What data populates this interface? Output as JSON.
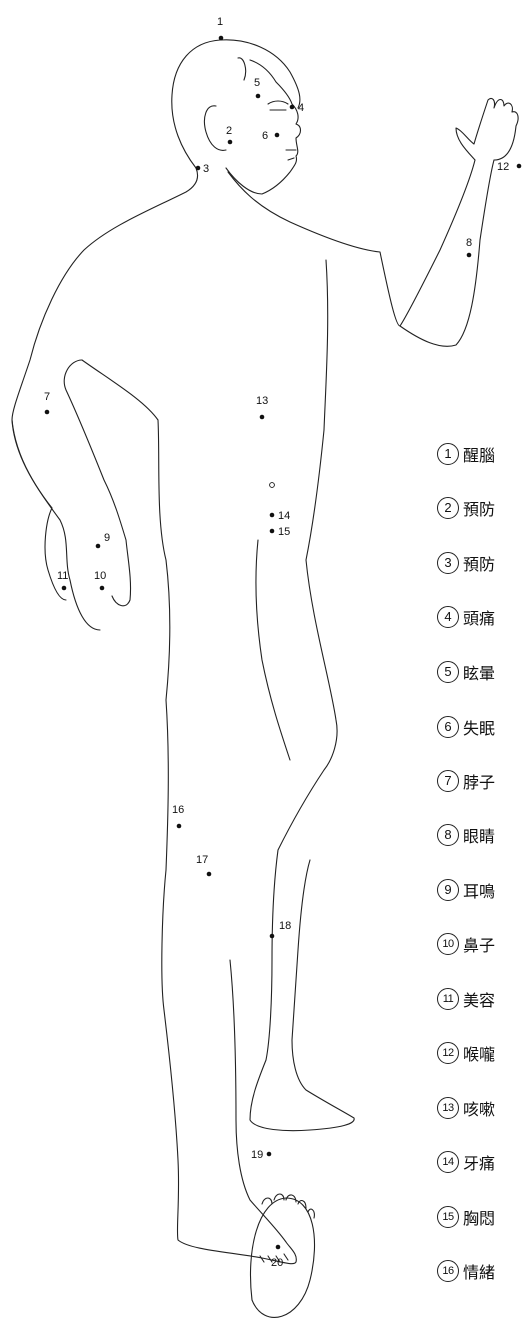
{
  "diagram": {
    "points": [
      {
        "label": "1"
      },
      {
        "label": "2"
      },
      {
        "label": "3"
      },
      {
        "label": "4"
      },
      {
        "label": "5"
      },
      {
        "label": "6"
      },
      {
        "label": "7"
      },
      {
        "label": "8"
      },
      {
        "label": "9"
      },
      {
        "label": "10"
      },
      {
        "label": "11"
      },
      {
        "label": "12"
      },
      {
        "label": "13"
      },
      {
        "label": "14"
      },
      {
        "label": "15"
      },
      {
        "label": "16"
      },
      {
        "label": "17"
      },
      {
        "label": "18"
      },
      {
        "label": "19"
      },
      {
        "label": "20"
      }
    ]
  },
  "legend": {
    "items": [
      {
        "number": "1",
        "text": "醒腦"
      },
      {
        "number": "2",
        "text": "預防"
      },
      {
        "number": "3",
        "text": "預防"
      },
      {
        "number": "4",
        "text": "頭痛"
      },
      {
        "number": "5",
        "text": "眩暈"
      },
      {
        "number": "6",
        "text": "失眠"
      },
      {
        "number": "7",
        "text": "脖子"
      },
      {
        "number": "8",
        "text": "眼睛"
      },
      {
        "number": "9",
        "text": "耳鳴"
      },
      {
        "number": "10",
        "text": "鼻子"
      },
      {
        "number": "11",
        "text": "美容"
      },
      {
        "number": "12",
        "text": "喉嚨"
      },
      {
        "number": "13",
        "text": "咳嗽"
      },
      {
        "number": "14",
        "text": "牙痛"
      },
      {
        "number": "15",
        "text": "胸悶"
      },
      {
        "number": "16",
        "text": "情緒"
      }
    ]
  }
}
